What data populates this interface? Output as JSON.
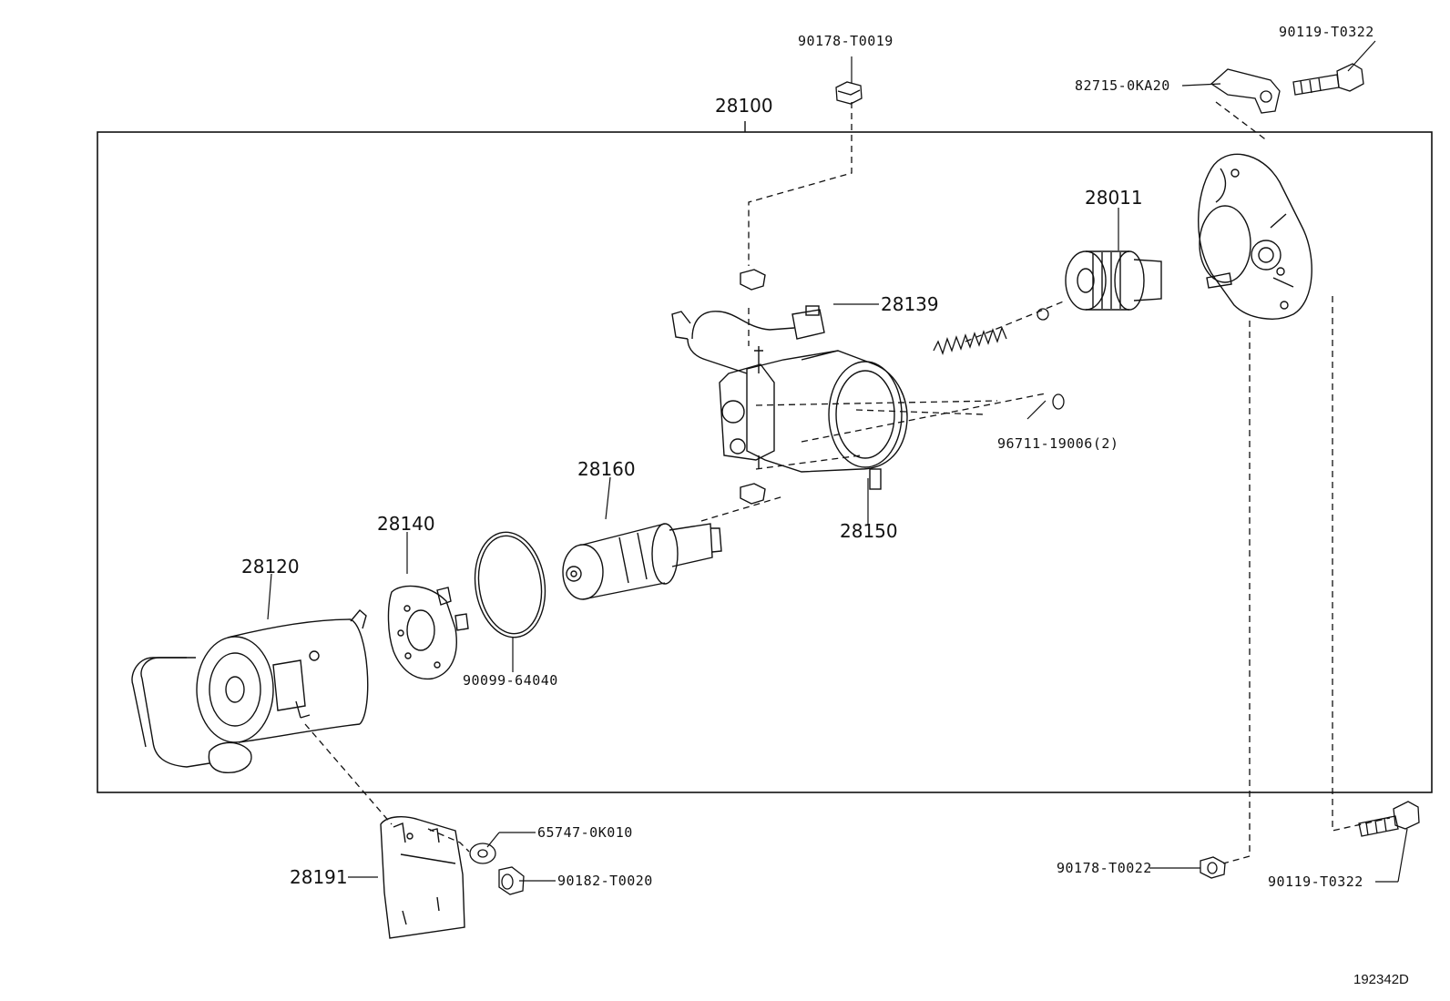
{
  "diagram": {
    "assembly_label": "28100",
    "figure_code": "192342D",
    "parts": [
      {
        "id": "p-90178-T0019",
        "label": "90178-T0019"
      },
      {
        "id": "p-90119-T0322-top",
        "label": "90119-T0322"
      },
      {
        "id": "p-82715-0KA20",
        "label": "82715-0KA20"
      },
      {
        "id": "p-28011",
        "label": "28011"
      },
      {
        "id": "p-28139",
        "label": "28139"
      },
      {
        "id": "p-96711-19006",
        "label": "96711-19006(2)"
      },
      {
        "id": "p-28150",
        "label": "28150"
      },
      {
        "id": "p-28160",
        "label": "28160"
      },
      {
        "id": "p-28140",
        "label": "28140"
      },
      {
        "id": "p-28120",
        "label": "28120"
      },
      {
        "id": "p-90099-64040",
        "label": "90099-64040"
      },
      {
        "id": "p-65747-0K010",
        "label": "65747-0K010"
      },
      {
        "id": "p-90182-T0020",
        "label": "90182-T0020"
      },
      {
        "id": "p-28191",
        "label": "28191"
      },
      {
        "id": "p-90178-T0022",
        "label": "90178-T0022"
      },
      {
        "id": "p-90119-T0322-bottom",
        "label": "90119-T0322"
      }
    ]
  }
}
